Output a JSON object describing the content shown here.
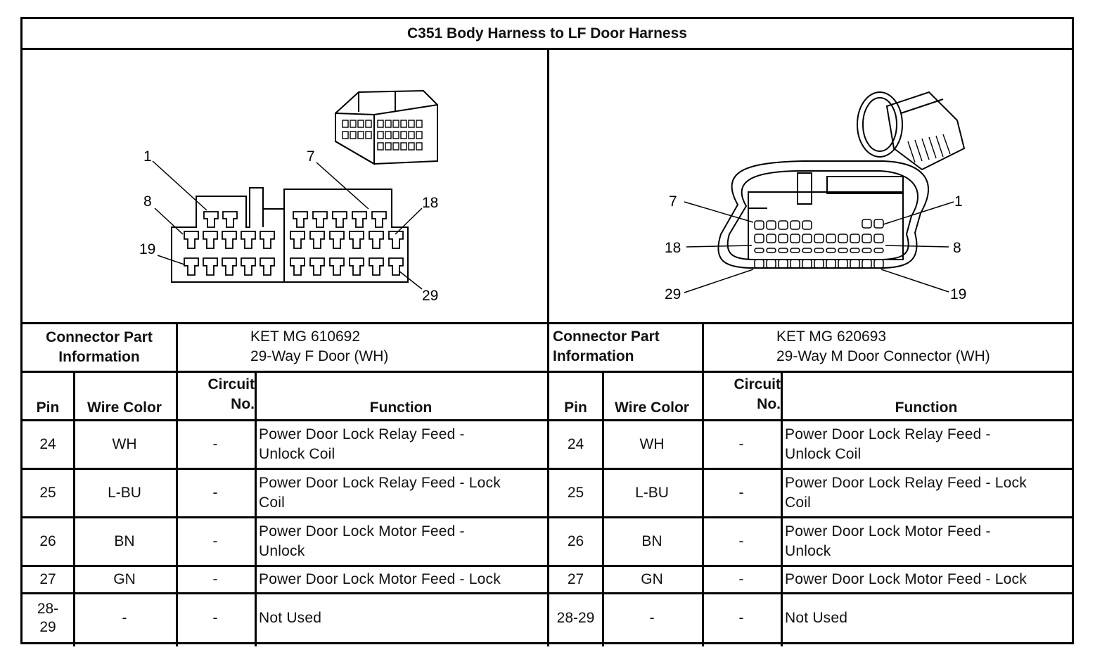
{
  "title": "C351 Body Harness to LF Door Harness",
  "left_connector": {
    "callouts": {
      "c1": "1",
      "c7": "7",
      "c8": "8",
      "c18": "18",
      "c19": "19",
      "c29": "29"
    },
    "part_info_label": "Connector Part Information",
    "part_number": "KET MG 610692",
    "part_desc": "29-Way F Door (WH)"
  },
  "right_connector": {
    "callouts": {
      "c7": "7",
      "c1": "1",
      "c18": "18",
      "c8": "8",
      "c29": "29",
      "c19": "19"
    },
    "part_info_label_line1": "Connector Part",
    "part_info_label_line2": "Information",
    "part_number": "KET MG 620693",
    "part_desc": "29-Way M Door Connector (WH)"
  },
  "columns": {
    "pin": "Pin",
    "wire_color": "Wire Color",
    "circuit_line1": "Circuit",
    "circuit_line2": "No.",
    "function": "Function"
  },
  "rows": [
    {
      "pin": "24",
      "wire": "WH",
      "circuit": "-",
      "func1": "Power Door Lock Relay Feed -",
      "func2": "Unlock Coil"
    },
    {
      "pin": "25",
      "wire": "L-BU",
      "circuit": "-",
      "func1": "Power Door Lock Relay Feed - Lock",
      "func2": "Coil"
    },
    {
      "pin": "26",
      "wire": "BN",
      "circuit": "-",
      "func1": "Power Door Lock Motor Feed -",
      "func2": "Unlock"
    },
    {
      "pin": "27",
      "wire": "GN",
      "circuit": "-",
      "func1": "Power Door Lock Motor Feed - Lock",
      "func2": ""
    },
    {
      "pin": "28-29",
      "wire": "-",
      "circuit": "-",
      "func1": "Not Used",
      "func2": ""
    }
  ],
  "left_pin_last_line1": "28-",
  "left_pin_last_line2": "29"
}
